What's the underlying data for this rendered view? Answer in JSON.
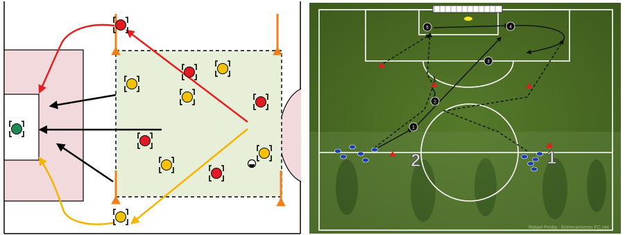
{
  "left_diagram": {
    "colors": {
      "red_player": "#e01b24",
      "yellow_player": "#f2c200",
      "goalkeeper": "#1f8a55",
      "red_arrow": "#e32020",
      "yellow_arrow": "#f4b400",
      "black_arrow": "#000000",
      "area_fill": "#f1d9dc",
      "square_fill": "#e8efd8",
      "cone": "#f07f1a"
    },
    "players": [
      {
        "team": "red",
        "role": "server"
      },
      {
        "team": "red"
      },
      {
        "team": "yellow"
      },
      {
        "team": "yellow"
      },
      {
        "team": "yellow"
      },
      {
        "team": "red"
      },
      {
        "team": "red"
      },
      {
        "team": "yellow"
      },
      {
        "team": "yellow"
      },
      {
        "team": "red"
      },
      {
        "team": "yellow",
        "role": "server"
      },
      {
        "team": "goalkeeper"
      }
    ]
  },
  "right_diagram": {
    "labels": {
      "group_left": "2",
      "group_right": "1",
      "seq": [
        "1",
        "2",
        "3",
        "4",
        "5"
      ]
    },
    "credit": "Rafael Pinilla · Entrenamiento FC.net",
    "colors": {
      "pitch": "#4b6b25",
      "lines": "#ffffff",
      "cone": "#e02020",
      "blue_player": "#1c3fb0",
      "ball_marker": "#111111"
    }
  }
}
